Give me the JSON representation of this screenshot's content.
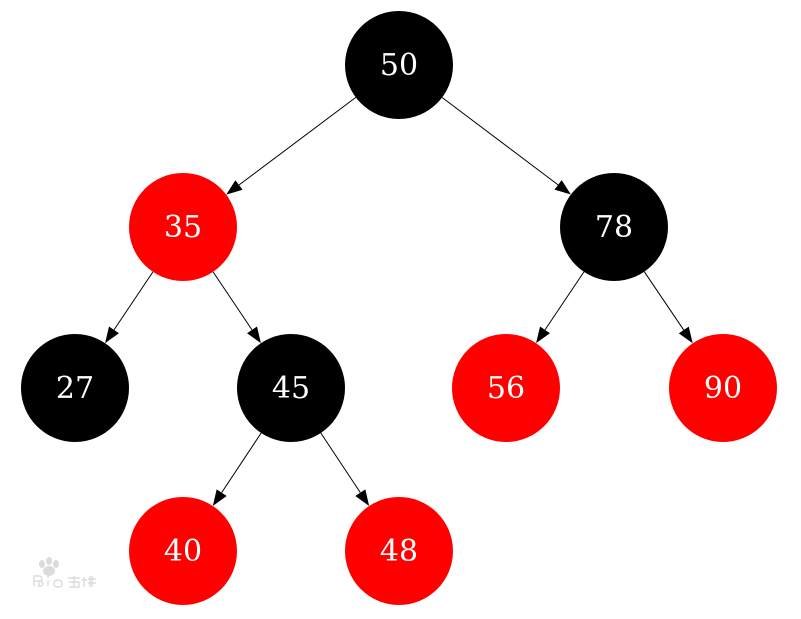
{
  "diagram": {
    "type": "red-black-tree",
    "colors": {
      "black": "#000000",
      "red": "#ff0000",
      "label": "#ffffff",
      "background": "#ffffff",
      "edge": "#000000"
    },
    "nodes": [
      {
        "id": "n50",
        "label": "50",
        "color": "black"
      },
      {
        "id": "n35",
        "label": "35",
        "color": "red"
      },
      {
        "id": "n78",
        "label": "78",
        "color": "black"
      },
      {
        "id": "n27",
        "label": "27",
        "color": "black"
      },
      {
        "id": "n45",
        "label": "45",
        "color": "black"
      },
      {
        "id": "n56",
        "label": "56",
        "color": "red"
      },
      {
        "id": "n90",
        "label": "90",
        "color": "red"
      },
      {
        "id": "n40",
        "label": "40",
        "color": "red"
      },
      {
        "id": "n48",
        "label": "48",
        "color": "red"
      }
    ],
    "edges": [
      {
        "from": "n50",
        "to": "n35"
      },
      {
        "from": "n50",
        "to": "n78"
      },
      {
        "from": "n35",
        "to": "n27"
      },
      {
        "from": "n35",
        "to": "n45"
      },
      {
        "from": "n78",
        "to": "n56"
      },
      {
        "from": "n78",
        "to": "n90"
      },
      {
        "from": "n45",
        "to": "n40"
      },
      {
        "from": "n45",
        "to": "n48"
      }
    ],
    "watermark": {
      "icon": "baidu-baike-logo"
    }
  }
}
